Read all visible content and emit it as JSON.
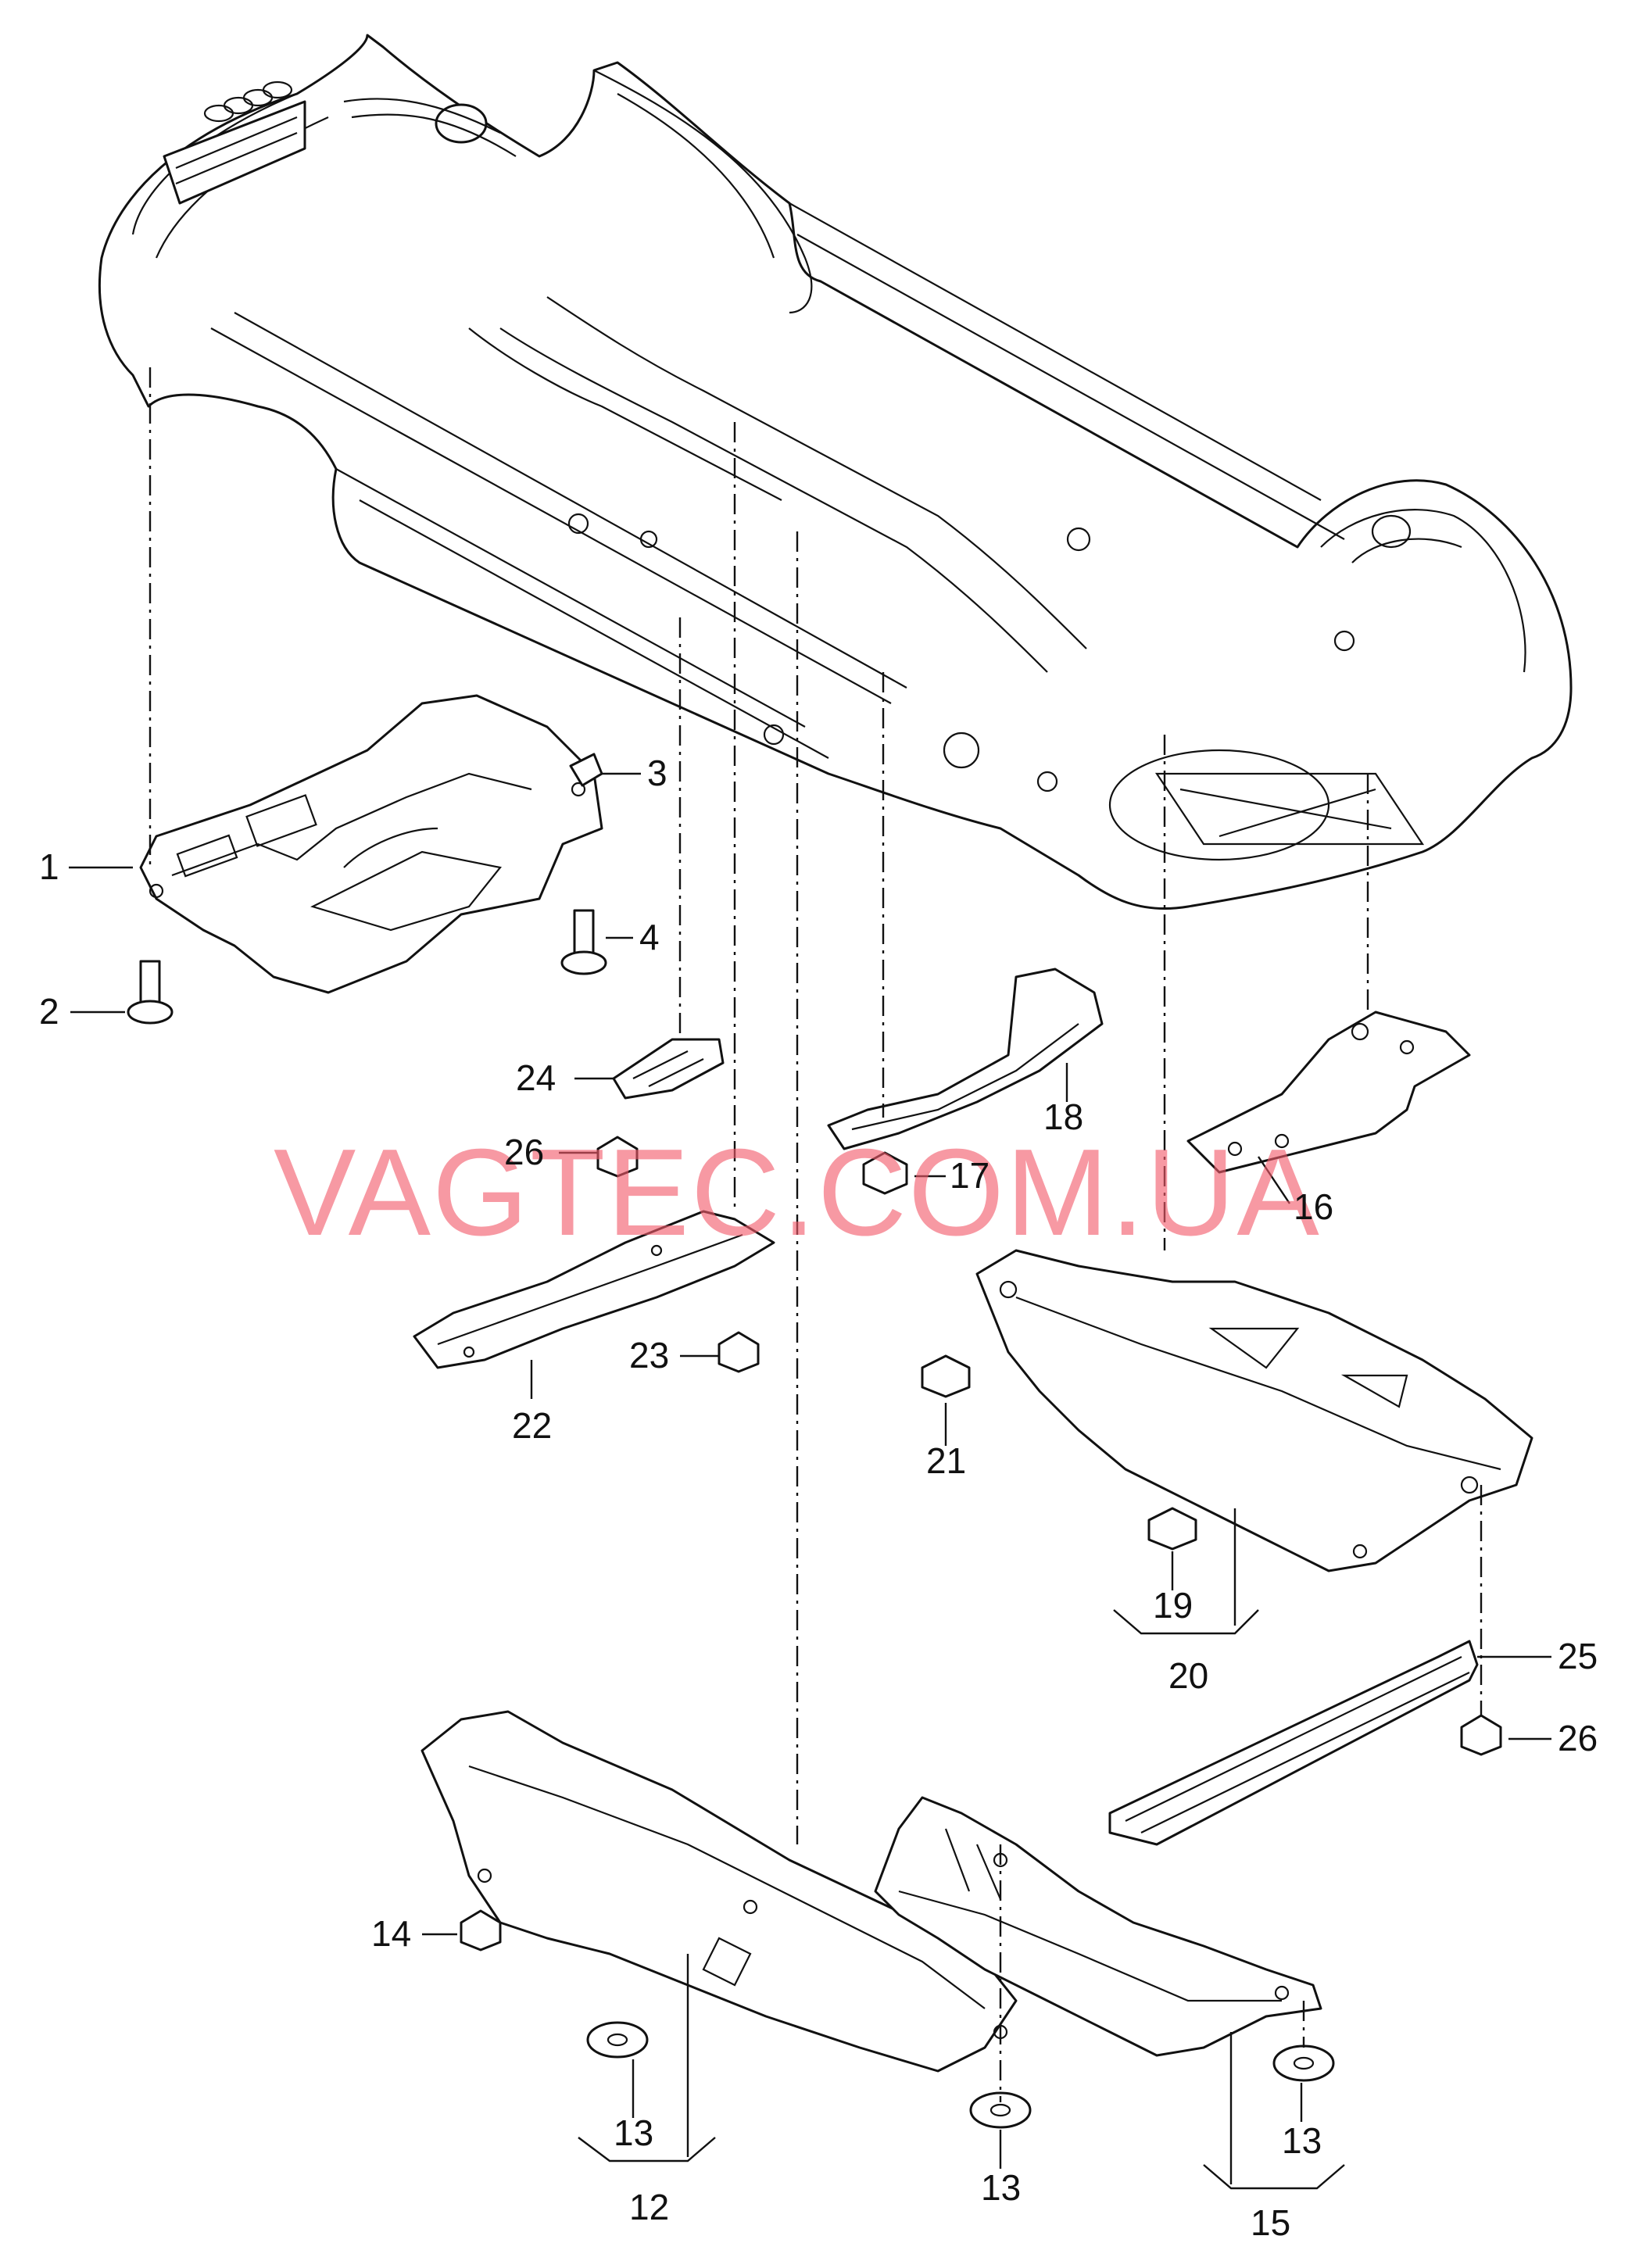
{
  "watermark": "VAGTEC.COM.UA",
  "callouts": {
    "c1": "1",
    "c2": "2",
    "c3": "3",
    "c4": "4",
    "c12": "12",
    "c13a": "13",
    "c13b": "13",
    "c13c": "13",
    "c14": "14",
    "c15": "15",
    "c16": "16",
    "c17": "17",
    "c18": "18",
    "c19": "19",
    "c20": "20",
    "c21": "21",
    "c22": "22",
    "c23": "23",
    "c24": "24",
    "c25": "25",
    "c26a": "26",
    "c26b": "26"
  },
  "colors": {
    "line": "#111111",
    "watermark": "#f25a6a",
    "background": "#ffffff"
  }
}
